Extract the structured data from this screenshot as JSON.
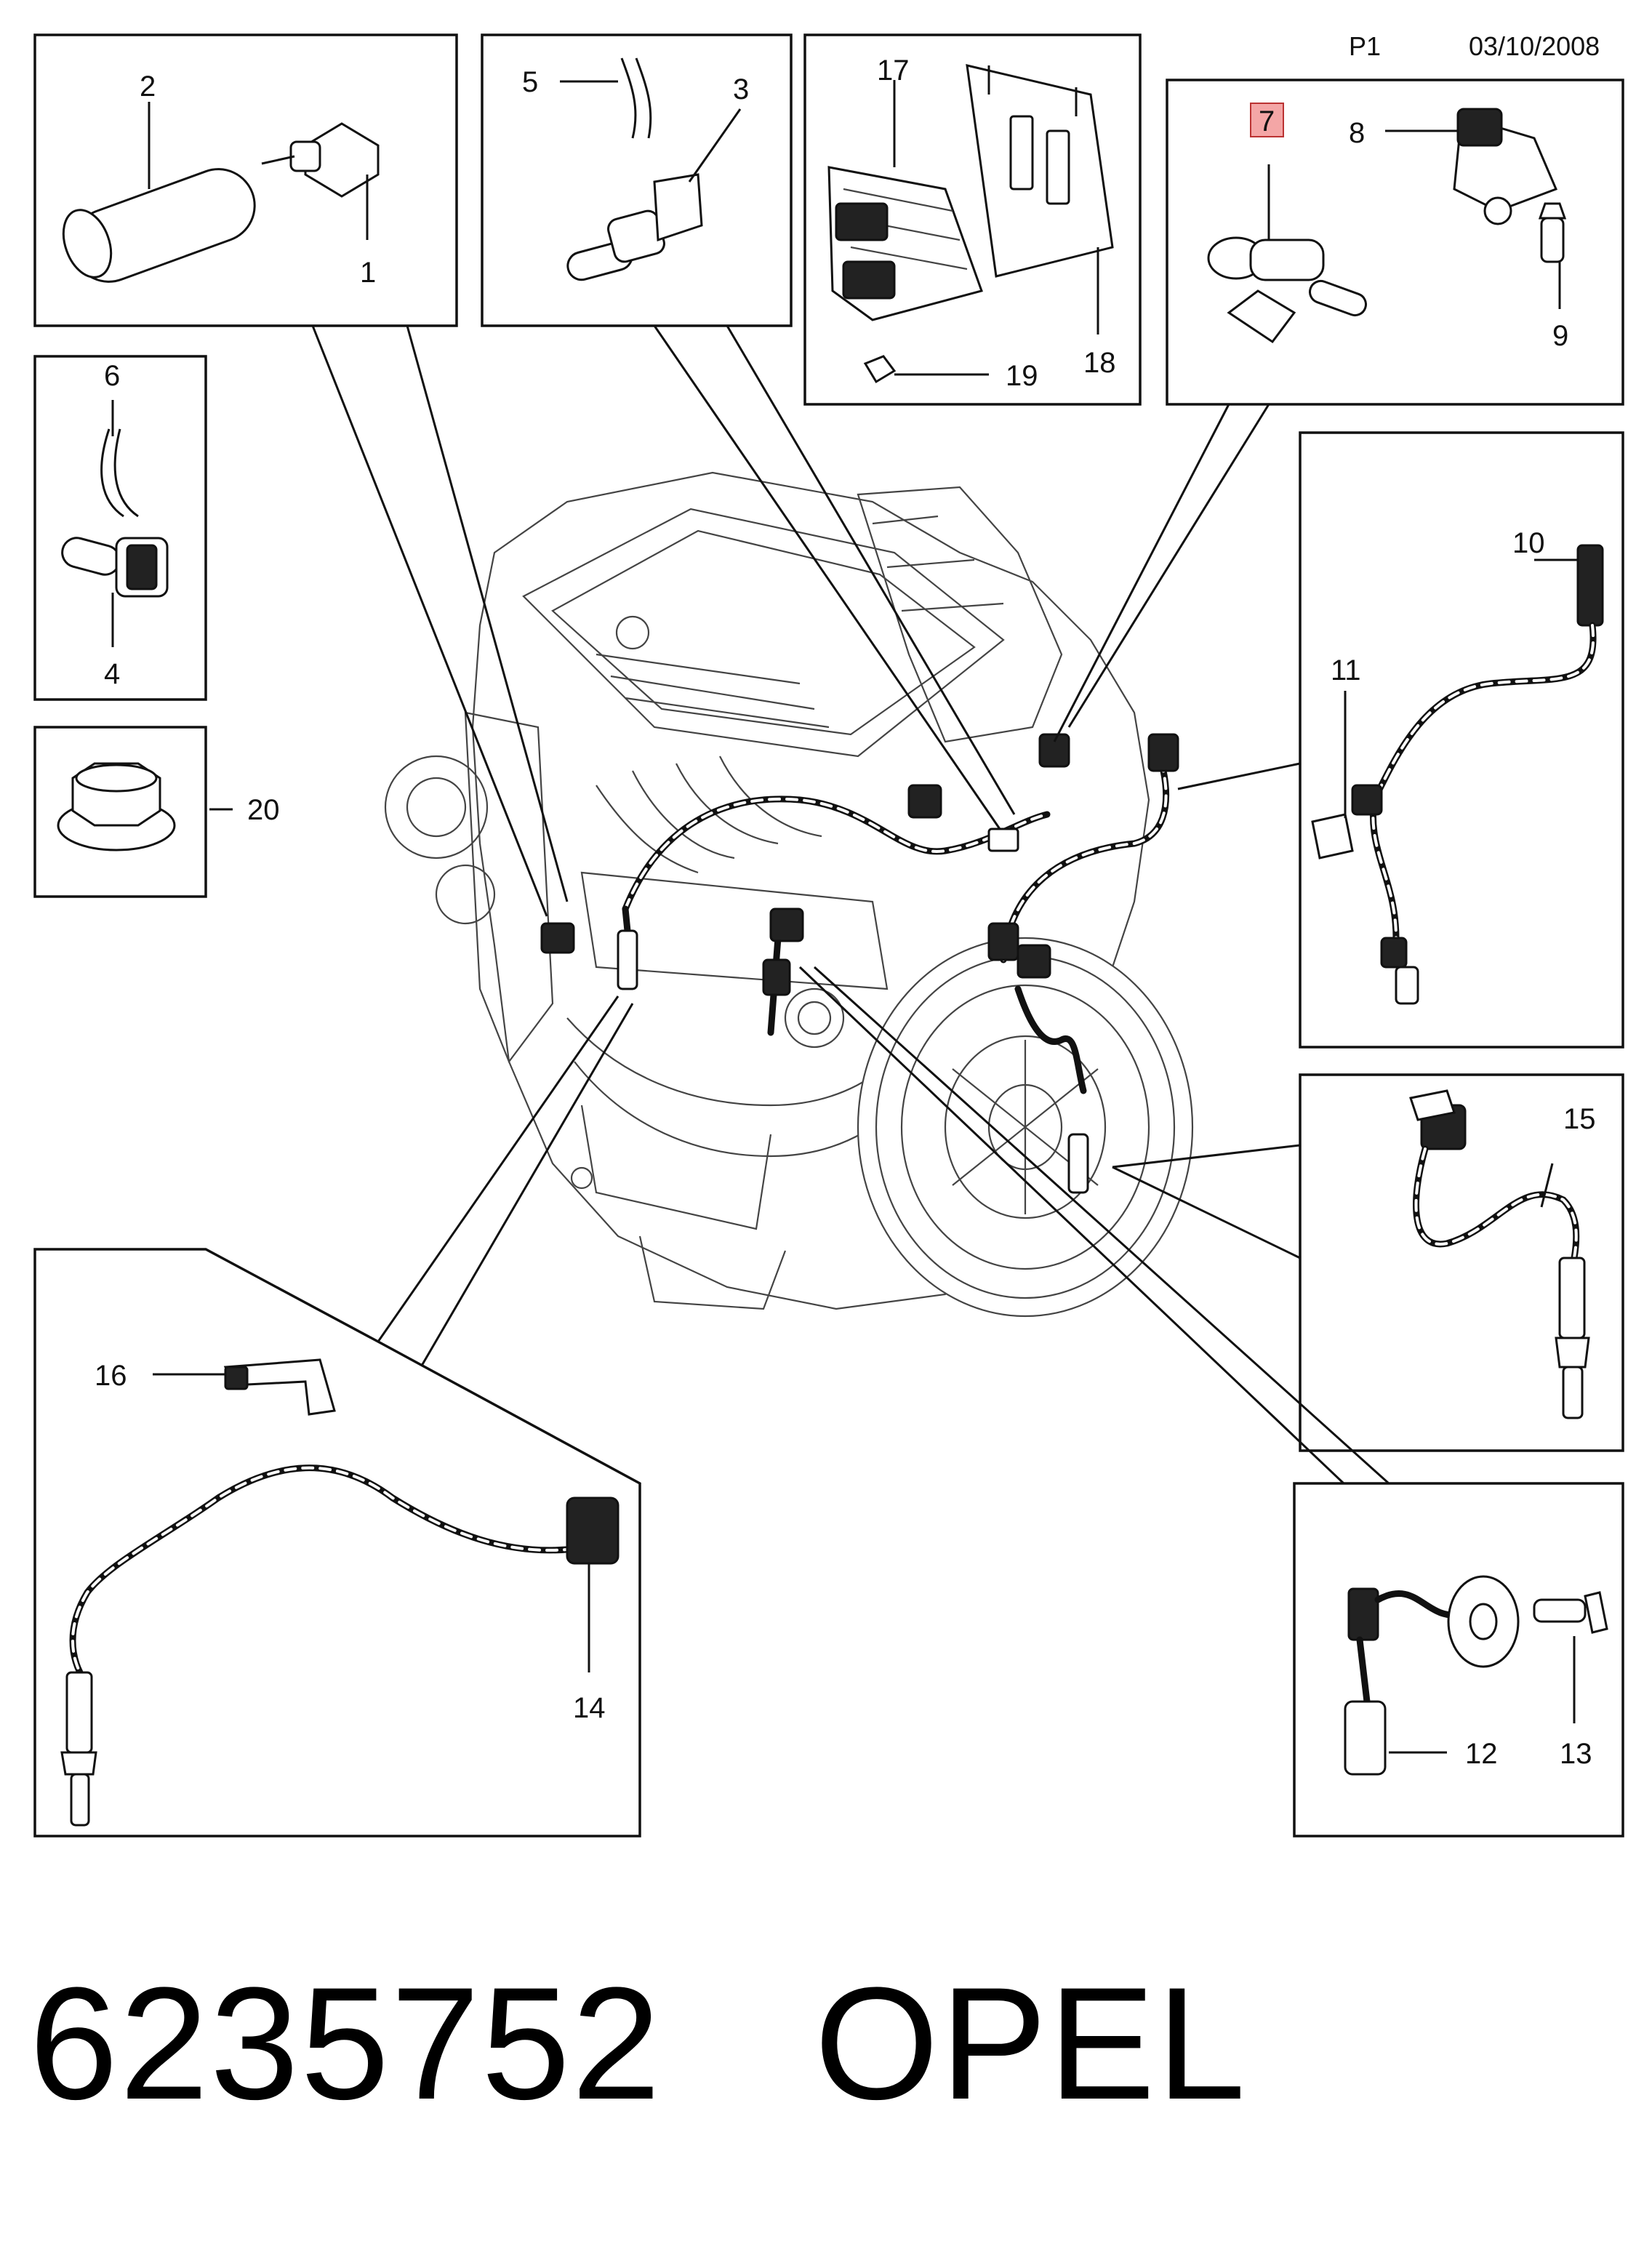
{
  "header": {
    "page": "P1",
    "date": "03/10/2008"
  },
  "part_labels": {
    "p1": "1",
    "p2": "2",
    "p3": "3",
    "p4": "4",
    "p5": "5",
    "p6": "6",
    "p7": "7",
    "p8": "8",
    "p9": "9",
    "p10": "10",
    "p11": "11",
    "p12": "12",
    "p13": "13",
    "p14": "14",
    "p15": "15",
    "p16": "16",
    "p17": "17",
    "p18": "18",
    "p19": "19",
    "p20": "20"
  },
  "highlight_color": "#f4a6a6",
  "footer": {
    "part_number": "6235752",
    "brand": "OPEL"
  }
}
